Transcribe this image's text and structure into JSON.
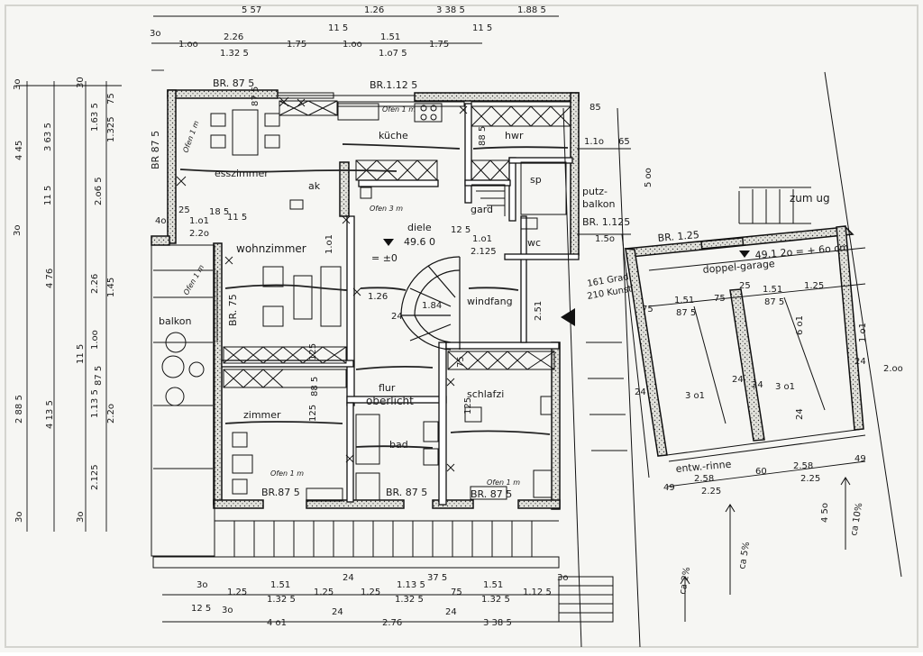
{
  "colors": {
    "paper": "#f6f6f3",
    "ink": "#1a1a1a",
    "wall_fill": "#d8d8d2",
    "border": "#e9e9e4"
  },
  "rooms": {
    "kueche": "küche",
    "hwr": "hwr",
    "esszimmer": "esszimmer",
    "sp": "sp",
    "wohnzimmer": "wohnzimmer",
    "diele": "diele",
    "windfang": "windfang",
    "balkon": "balkon",
    "flur": "flur",
    "oberlicht": "oberlicht",
    "bad": "bad",
    "schlafzi": "schlafzi",
    "zimmer": "zimmer",
    "wc": "wc",
    "garderobe": "gard",
    "putzbalkon_1": "putz-",
    "putzbalkon_2": "balkon",
    "doppelgarage": "doppel-garage",
    "zum_ug": "zum ug",
    "entwaesserungsrinne": "entw.-rinne",
    "ak": "ak"
  },
  "heights": {
    "diele_level": "49.6 0",
    "diele_zero": "= ±0",
    "garage_level": "49.1 2o = + 6o cm"
  },
  "window_labels": {
    "br875_top": "BR. 87 5",
    "br1125_top": "BR.1.12 5",
    "br875_left": "BR 87 5",
    "br75": "BR. 75",
    "br1125_right": "BR. 1.125",
    "br125_garage": "BR. 1.25",
    "br875_b1": "BR.87 5",
    "br875_b2": "BR. 87 5",
    "br875_b3": "BR. 87 5"
  },
  "oven_labels": {
    "kueche": "Ofen 1 m",
    "esszimmer": "Ofen 1 m",
    "diele": "Ofen 3 m",
    "balkon": "Ofen 1 m",
    "zimmer": "Ofen 1 m",
    "schlafzi": "Ofen 1 m"
  },
  "annotations": {
    "grade_1": "161 Grad",
    "grade_2": "210 Kunst"
  },
  "slopes": {
    "s1": "ca 2%",
    "s2": "ca 5%",
    "s3": "ca 10%"
  },
  "dims_top": {
    "r1_a": "5 57",
    "r1_b": "1.26",
    "r1_c": "3 38 5",
    "r1_d": "1.88 5",
    "r2_30": "3o",
    "r2_a": "1.oo",
    "r2_b": "2.26",
    "r2_b2": "1.32 5",
    "r2_c": "1.75",
    "r2_115": "11 5",
    "r2_d": "1.oo",
    "r2_e": "1.51",
    "r2_e2": "1.o7 5",
    "r2_f": "1.75",
    "r2_115b": "11 5"
  },
  "dims_left": {
    "a": "3o",
    "b": "4 45",
    "c": "3 63 5",
    "d": "11 5",
    "e": "3o",
    "f": "30",
    "g": "1.63 5",
    "h": "1.325",
    "i": "75",
    "j": "2.o6 5",
    "k": "4 76",
    "l": "2.26",
    "m": "1.45",
    "n": "1.oo",
    "o": "11 5",
    "p": "2 88 5",
    "q": "4 13 5",
    "r": "1.13 5",
    "s": "2.2o",
    "t": "87 5",
    "u": "2.125",
    "v": "3o",
    "w": "3o"
  },
  "dims_bottom": {
    "r1_a": "3o",
    "r1_b": "1.25",
    "r1_c": "1.51",
    "r1_c2": "1.32 5",
    "r1_d": "1.25",
    "r1_e": "1.25",
    "r1_f": "1.13 5",
    "r1_f2": "1.32 5",
    "r1_g": "75",
    "r1_h": "1.51",
    "r1_h2": "1.32 5",
    "r1_i": "1.12 5",
    "r1_j": "3o",
    "r1_24a": "24",
    "r1_37": "37 5",
    "r2_a": "12 5",
    "r2_b": "3o",
    "r2_c": "4 o1",
    "r2_d": "24",
    "r2_e": "2.76",
    "r2_f": "24",
    "r2_g": "3 38 5"
  },
  "dims_inner": {
    "esz_a": "25",
    "esz_b": "1.o1",
    "esz_c": "18 5",
    "esz_d": "11 5",
    "esz_e": "2.2o",
    "d_40": "4o",
    "d_1o1": "1.o1",
    "d_125a": "12 5",
    "d_1o1b": "1.o1",
    "d_2125": "2.125",
    "d_126": "1.26",
    "d_24": "24",
    "d_184": "1.84",
    "d_251": "2.51",
    "d_885": "88 5",
    "d_125": "125",
    "d_125b": "125",
    "d_75": "75",
    "d_885b": "88 5",
    "d_125c": "125",
    "d_875": "87 5",
    "d_85": "85",
    "d_110": "1.1o",
    "d_65": "65",
    "d_500": "5 oo",
    "d_150": "1.5o",
    "d_24r": "24",
    "d_200": "2.oo",
    "d_101r": "1.o1"
  },
  "dims_garage": {
    "a": "75",
    "b": "1.51",
    "b2": "87 5",
    "c": "75",
    "d": "25",
    "e": "1.51",
    "e2": "87 5",
    "f": "1.25",
    "g": "3 o1",
    "h": "3 o1",
    "i": "6 o1",
    "j": "24",
    "k": "24",
    "l": "24",
    "m": "24",
    "n": "2.58",
    "o": "60",
    "p": "2.58",
    "q": "2.25",
    "r": "2.25",
    "s": "49",
    "t": "49",
    "u": "4 5o"
  }
}
